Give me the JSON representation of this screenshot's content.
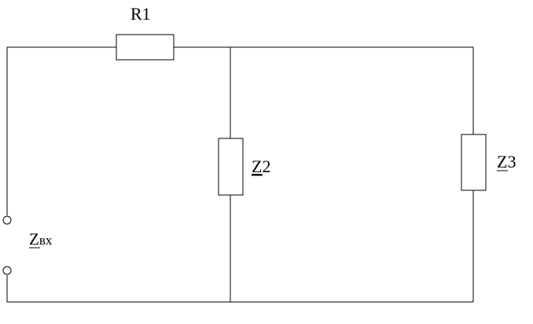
{
  "labels": {
    "r1": "R1",
    "z2_letter": "Z",
    "z2_index": "2",
    "z3_letter": "Z",
    "z3_index": "3",
    "zin_letter": "Z",
    "zin_subscript": "вх"
  }
}
